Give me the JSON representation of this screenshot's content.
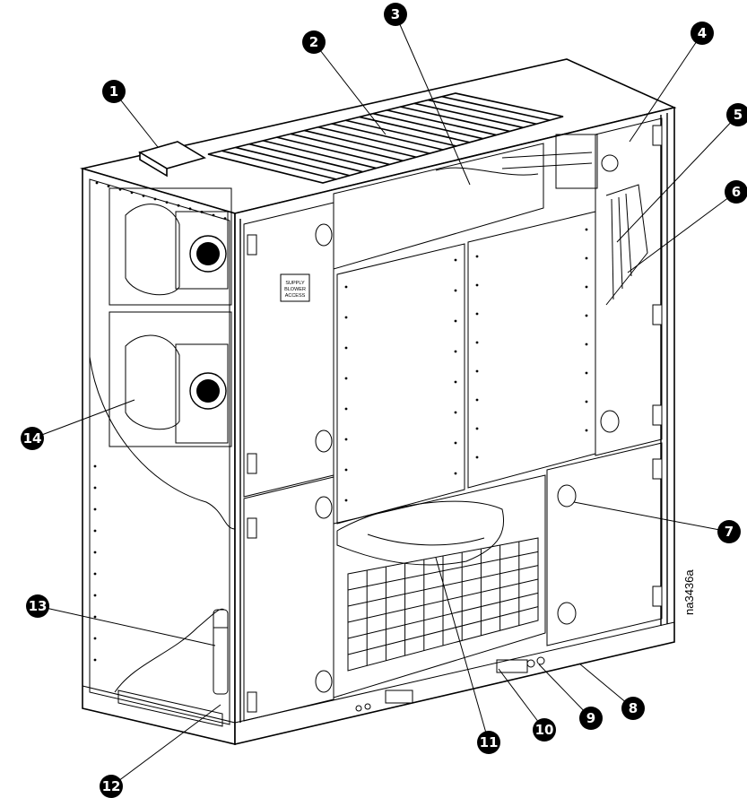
{
  "figure": {
    "figure_code": "na3436a",
    "panel_label_lines": [
      "SUPPLY",
      "BLOWER",
      "ACCESS"
    ]
  },
  "callouts": [
    {
      "num": "1"
    },
    {
      "num": "2"
    },
    {
      "num": "3"
    },
    {
      "num": "4"
    },
    {
      "num": "5"
    },
    {
      "num": "6"
    },
    {
      "num": "7"
    },
    {
      "num": "8"
    },
    {
      "num": "9"
    },
    {
      "num": "10"
    },
    {
      "num": "11"
    },
    {
      "num": "12"
    },
    {
      "num": "13"
    },
    {
      "num": "14"
    }
  ],
  "colors": {
    "line": "#000000",
    "callout_fill": "#000000",
    "callout_text": "#ffffff",
    "background": "#ffffff"
  }
}
